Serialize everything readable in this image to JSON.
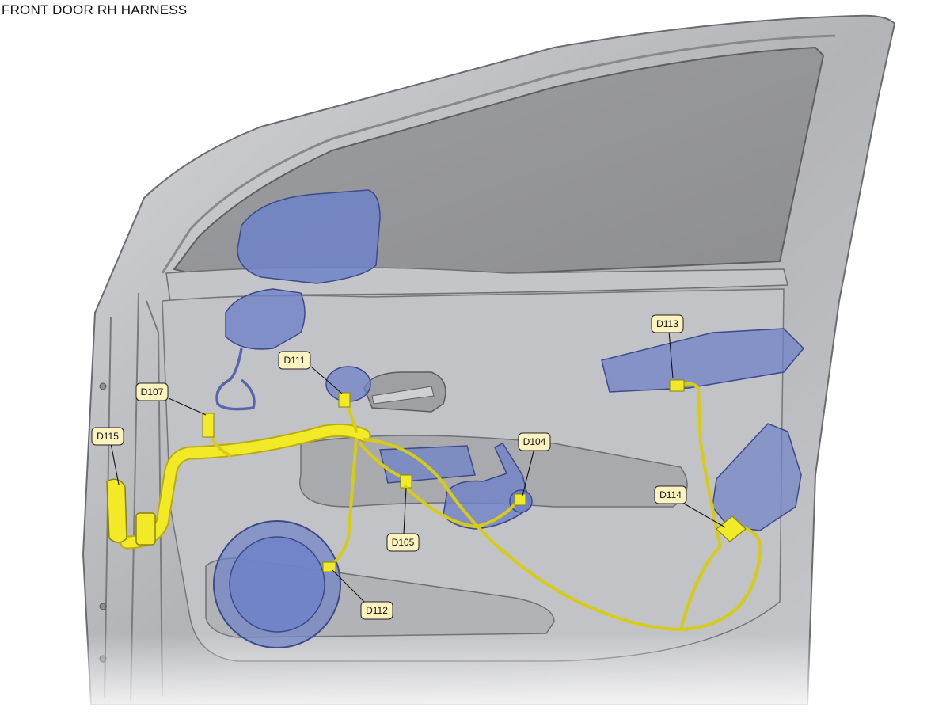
{
  "title": "FRONT DOOR RH HARNESS",
  "colors": {
    "harness": "#f2ea26",
    "harness_edge": "#b8ad10",
    "component": "#6f82c8",
    "door_panel": "#b9babd",
    "callout_fill": "#fdf3bf"
  },
  "connectors": [
    {
      "id": "D113",
      "label": "D113"
    },
    {
      "id": "D111",
      "label": "D111"
    },
    {
      "id": "D107",
      "label": "D107"
    },
    {
      "id": "D115",
      "label": "D115"
    },
    {
      "id": "D104",
      "label": "D104"
    },
    {
      "id": "D114",
      "label": "D114"
    },
    {
      "id": "D105",
      "label": "D105"
    },
    {
      "id": "D112",
      "label": "D112"
    }
  ]
}
